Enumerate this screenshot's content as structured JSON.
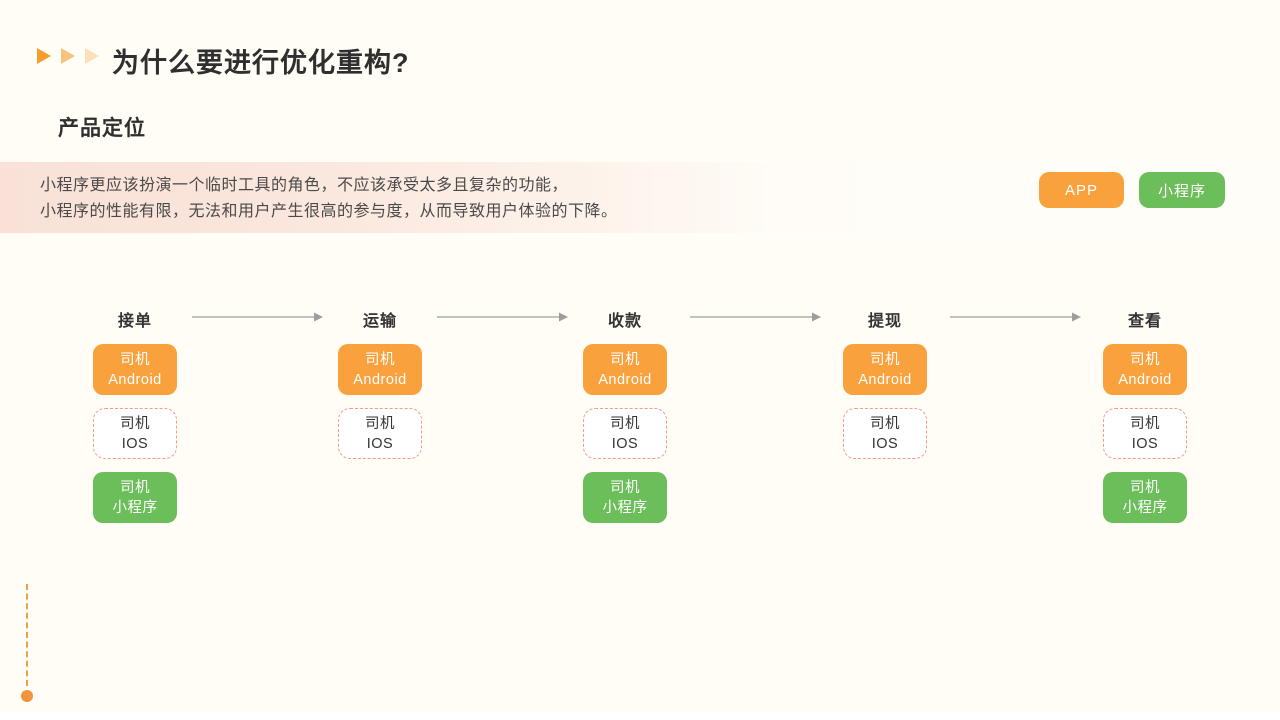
{
  "header": {
    "title": "为什么要进行优化重构?",
    "arrow_icons": [
      "triangle-right-solid",
      "triangle-right-medium",
      "triangle-right-light"
    ]
  },
  "section": {
    "title": "产品定位"
  },
  "note": {
    "line1": "小程序更应该扮演一个临时工具的角色，不应该承受太多且复杂的功能，",
    "line2": "小程序的性能有限，无法和用户产生很高的参与度，从而导致用户体验的下降。"
  },
  "legend": {
    "app_label": "APP",
    "mini_label": "小程序"
  },
  "flow": {
    "stages": [
      {
        "label": "接单",
        "boxes": [
          {
            "type": "app-android",
            "line1": "司机",
            "line2": "Android"
          },
          {
            "type": "app-ios",
            "line1": "司机",
            "line2": "IOS"
          },
          {
            "type": "mini-program",
            "line1": "司机",
            "line2": "小程序"
          }
        ]
      },
      {
        "label": "运输",
        "boxes": [
          {
            "type": "app-android",
            "line1": "司机",
            "line2": "Android"
          },
          {
            "type": "app-ios",
            "line1": "司机",
            "line2": "IOS"
          }
        ]
      },
      {
        "label": "收款",
        "boxes": [
          {
            "type": "app-android",
            "line1": "司机",
            "line2": "Android"
          },
          {
            "type": "app-ios",
            "line1": "司机",
            "line2": "IOS"
          },
          {
            "type": "mini-program",
            "line1": "司机",
            "line2": "小程序"
          }
        ]
      },
      {
        "label": "提现",
        "boxes": [
          {
            "type": "app-android",
            "line1": "司机",
            "line2": "Android"
          },
          {
            "type": "app-ios",
            "line1": "司机",
            "line2": "IOS"
          }
        ]
      },
      {
        "label": "查看",
        "boxes": [
          {
            "type": "app-android",
            "line1": "司机",
            "line2": "Android"
          },
          {
            "type": "app-ios",
            "line1": "司机",
            "line2": "IOS"
          },
          {
            "type": "mini-program",
            "line1": "司机",
            "line2": "小程序"
          }
        ]
      }
    ]
  },
  "colors": {
    "background": "#FFFDF6",
    "orange": "#F9A13C",
    "green": "#6CBE5A",
    "dashed_border": "#F5998A",
    "note_gradient_start": "#F9E1D7",
    "arrow_gray": "#9E9E9E",
    "deco_orange": "#F0953B"
  }
}
